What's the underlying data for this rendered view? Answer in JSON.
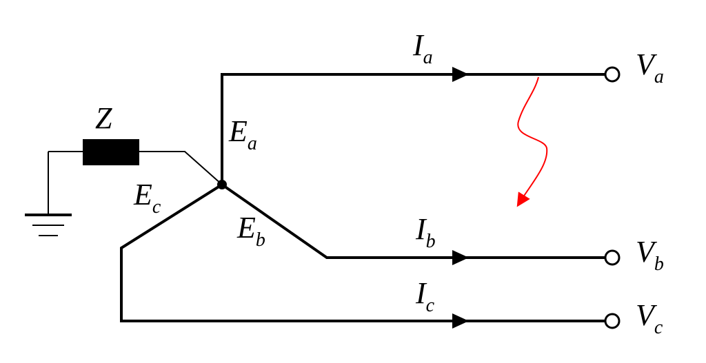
{
  "labels": {
    "Z": "Z",
    "Ia": {
      "main": "I",
      "sub": "a"
    },
    "Ib": {
      "main": "I",
      "sub": "b"
    },
    "Ic": {
      "main": "I",
      "sub": "c"
    },
    "Ea": {
      "main": "E",
      "sub": "a"
    },
    "Eb": {
      "main": "E",
      "sub": "b"
    },
    "Ec": {
      "main": "E",
      "sub": "c"
    },
    "Va": {
      "main": "V",
      "sub": "a"
    },
    "Vb": {
      "main": "V",
      "sub": "b"
    },
    "Vc": {
      "main": "V",
      "sub": "c"
    }
  },
  "colors": {
    "wire": "#000000",
    "fault": "#ff0000",
    "impedance": "#000000"
  }
}
